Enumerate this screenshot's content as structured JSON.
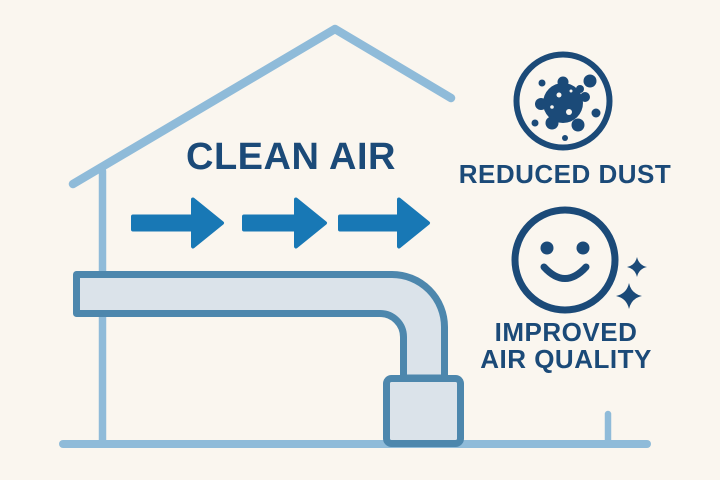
{
  "scene": {
    "title": "CLEAN AIR"
  },
  "benefits": {
    "reduced_dust": {
      "label": "REDUCED DUST",
      "icon": "dust-particle-icon"
    },
    "improved_air_quality": {
      "line1": "IMPROVED",
      "line2": "AIR QUALITY",
      "icon": "smiley-face-icon"
    }
  },
  "illustration": {
    "elements": [
      "house-roof",
      "house-left-wall",
      "ground-line",
      "air-duct-elbow",
      "hvac-unit-box",
      "airflow-arrows"
    ],
    "airflow_arrow_count": 3,
    "sparkle_count": 2
  },
  "colors": {
    "background": "#faf6ef",
    "house_outline": "#8fbbd9",
    "arrow_blue": "#1878b5",
    "navy": "#1b4a78",
    "duct_fill": "#dbe3ea",
    "duct_stroke": "#4d87ad"
  }
}
